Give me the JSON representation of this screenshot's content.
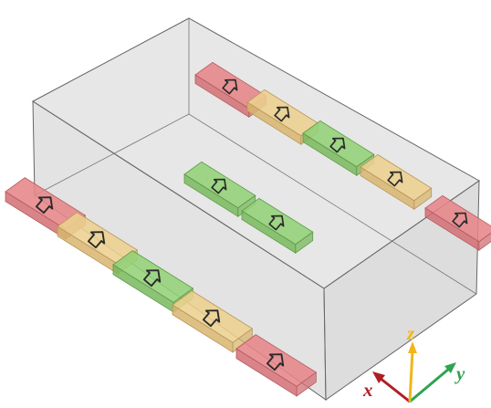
{
  "colors": {
    "red": "#e6868a",
    "yellow": "#ecd08e",
    "green": "#93d277",
    "box_fill": "#c4c4c4",
    "box_edge": "#555555",
    "axis_x": "#b01e24",
    "axis_y": "#2ea44f",
    "axis_z": "#f2b51a"
  },
  "coordinate_frame": {
    "x_label": "x",
    "y_label": "y",
    "z_label": "z"
  },
  "tiles": {
    "outer_row": [
      "red",
      "yellow",
      "green",
      "yellow",
      "red"
    ],
    "inner_back_row": [
      "red",
      "yellow",
      "green",
      "yellow",
      "red"
    ],
    "inner_center": [
      "green",
      "green"
    ],
    "arrow_icon": "up-arrow-icon"
  }
}
